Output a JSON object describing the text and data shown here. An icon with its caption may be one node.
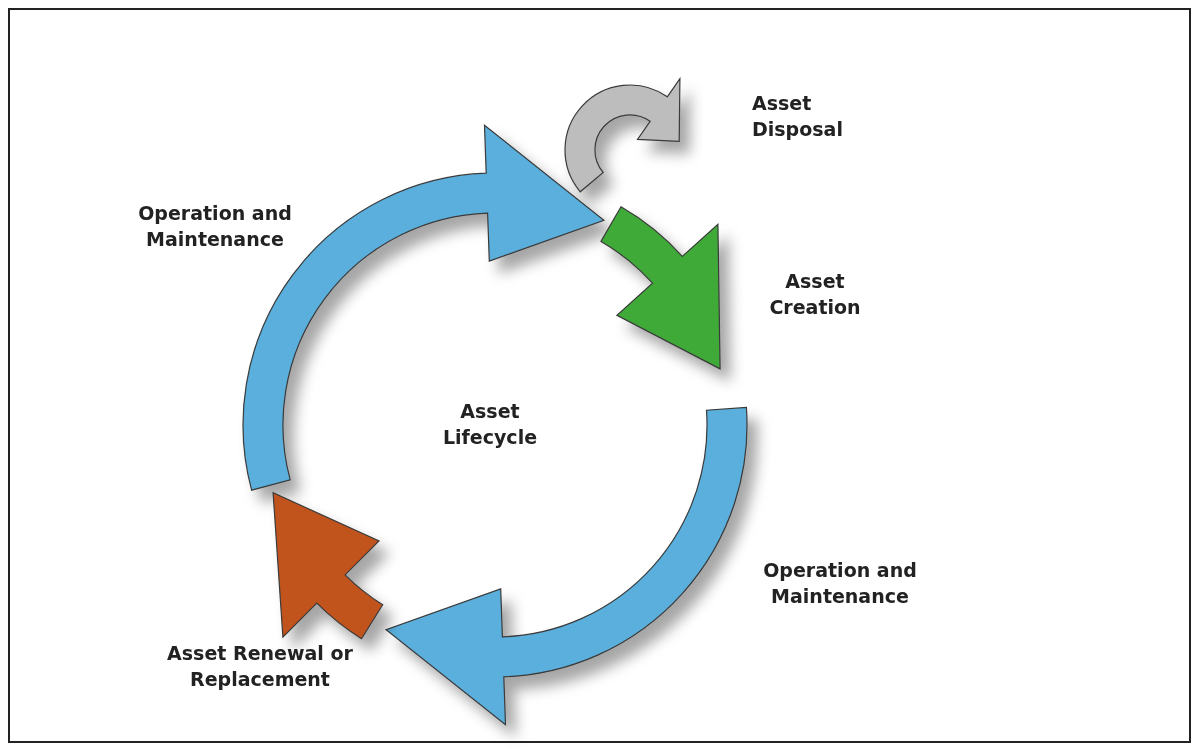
{
  "diagram": {
    "nodes": [
      {
        "text": [
          "Asset Disposal"
        ]
      },
      {
        "text": [
          "Operation and Maintenance"
        ]
      },
      {
        "text": [
          "Asset Creation"
        ]
      },
      {
        "text": [
          "Operation and Maintenance"
        ]
      },
      {
        "text": [
          "Asset Renewal or Replacement"
        ]
      }
    ],
    "labels": [
      "Asset Lifecycle"
    ]
  }
}
